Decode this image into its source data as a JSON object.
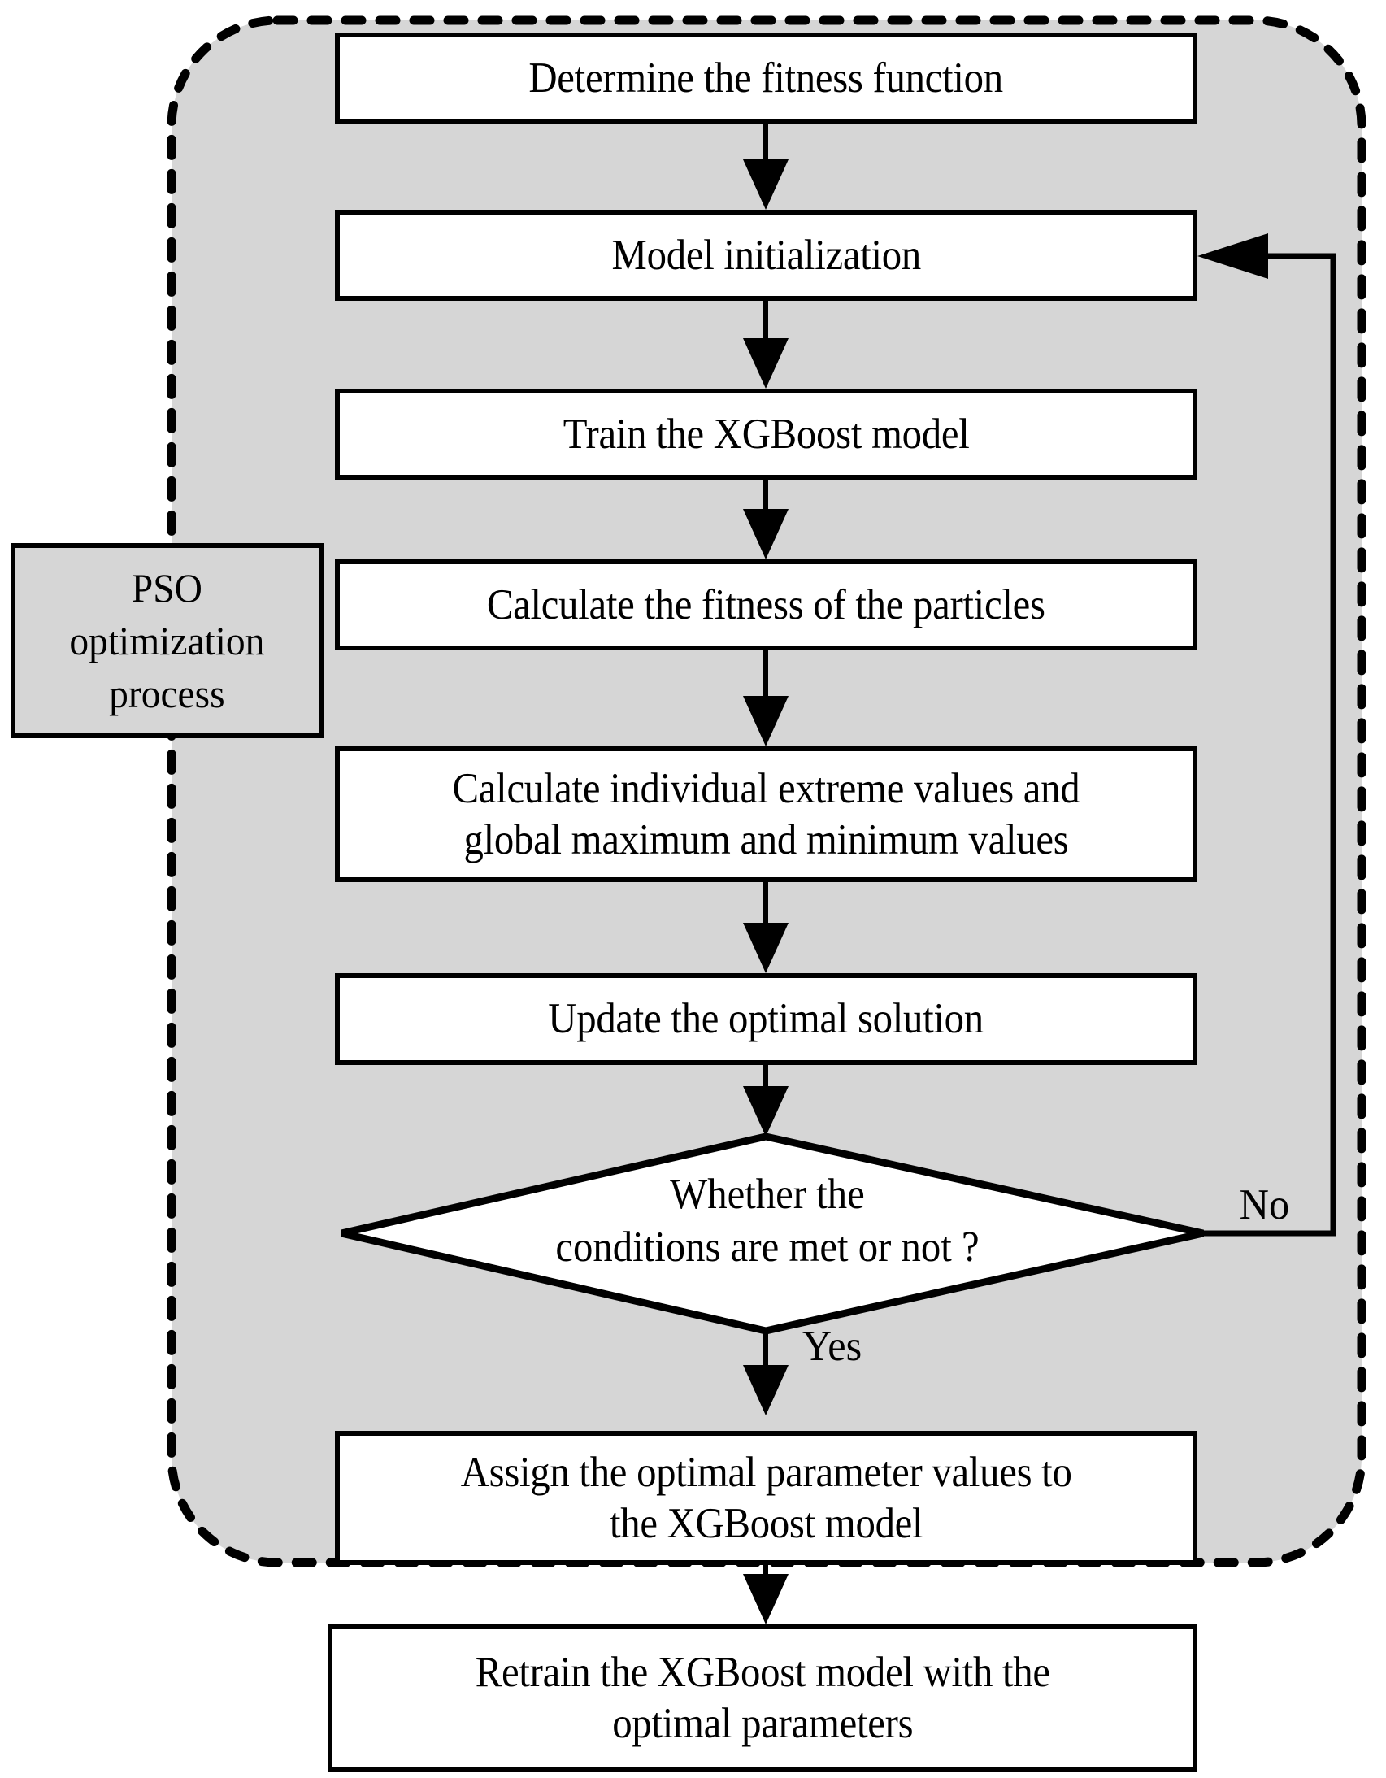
{
  "diagram": {
    "title": "PSO-XGBoost optimization flowchart",
    "colors": {
      "region_fill": "#d6d6d6",
      "node_fill": "#ffffff",
      "stroke": "#000000",
      "page_background": "#ffffff"
    },
    "region": {
      "name": "PSO optimization process region",
      "border_style": "dotted",
      "corner_radius": 130
    },
    "pso_label": {
      "text": "PSO\noptimization\nprocess"
    },
    "nodes": [
      {
        "id": "n1",
        "shape": "rect",
        "text": "Determine the fitness function"
      },
      {
        "id": "n2",
        "shape": "rect",
        "text": "Model initialization"
      },
      {
        "id": "n3",
        "shape": "rect",
        "text": "Train the XGBoost model"
      },
      {
        "id": "n4",
        "shape": "rect",
        "text": "Calculate the fitness of the particles"
      },
      {
        "id": "n5",
        "shape": "rect",
        "text": "Calculate individual extreme values and\nglobal maximum and minimum values"
      },
      {
        "id": "n6",
        "shape": "rect",
        "text": "Update the optimal solution"
      },
      {
        "id": "d1",
        "shape": "diamond",
        "text": "Whether the\nconditions are met or not ?"
      },
      {
        "id": "n7",
        "shape": "rect",
        "text": "Assign the optimal parameter values to\nthe XGBoost model"
      },
      {
        "id": "n8",
        "shape": "rect",
        "text": "Retrain the XGBoost model with the\noptimal parameters"
      }
    ],
    "edge_labels": {
      "no": "No",
      "yes": "Yes"
    },
    "edges": [
      {
        "from": "n1",
        "to": "n2",
        "label": ""
      },
      {
        "from": "n2",
        "to": "n3",
        "label": ""
      },
      {
        "from": "n3",
        "to": "n4",
        "label": ""
      },
      {
        "from": "n4",
        "to": "n5",
        "label": ""
      },
      {
        "from": "n5",
        "to": "n6",
        "label": ""
      },
      {
        "from": "n6",
        "to": "d1",
        "label": ""
      },
      {
        "from": "d1",
        "to": "n2",
        "label": "No"
      },
      {
        "from": "d1",
        "to": "n7",
        "label": "Yes"
      },
      {
        "from": "n7",
        "to": "n8",
        "label": ""
      }
    ]
  }
}
